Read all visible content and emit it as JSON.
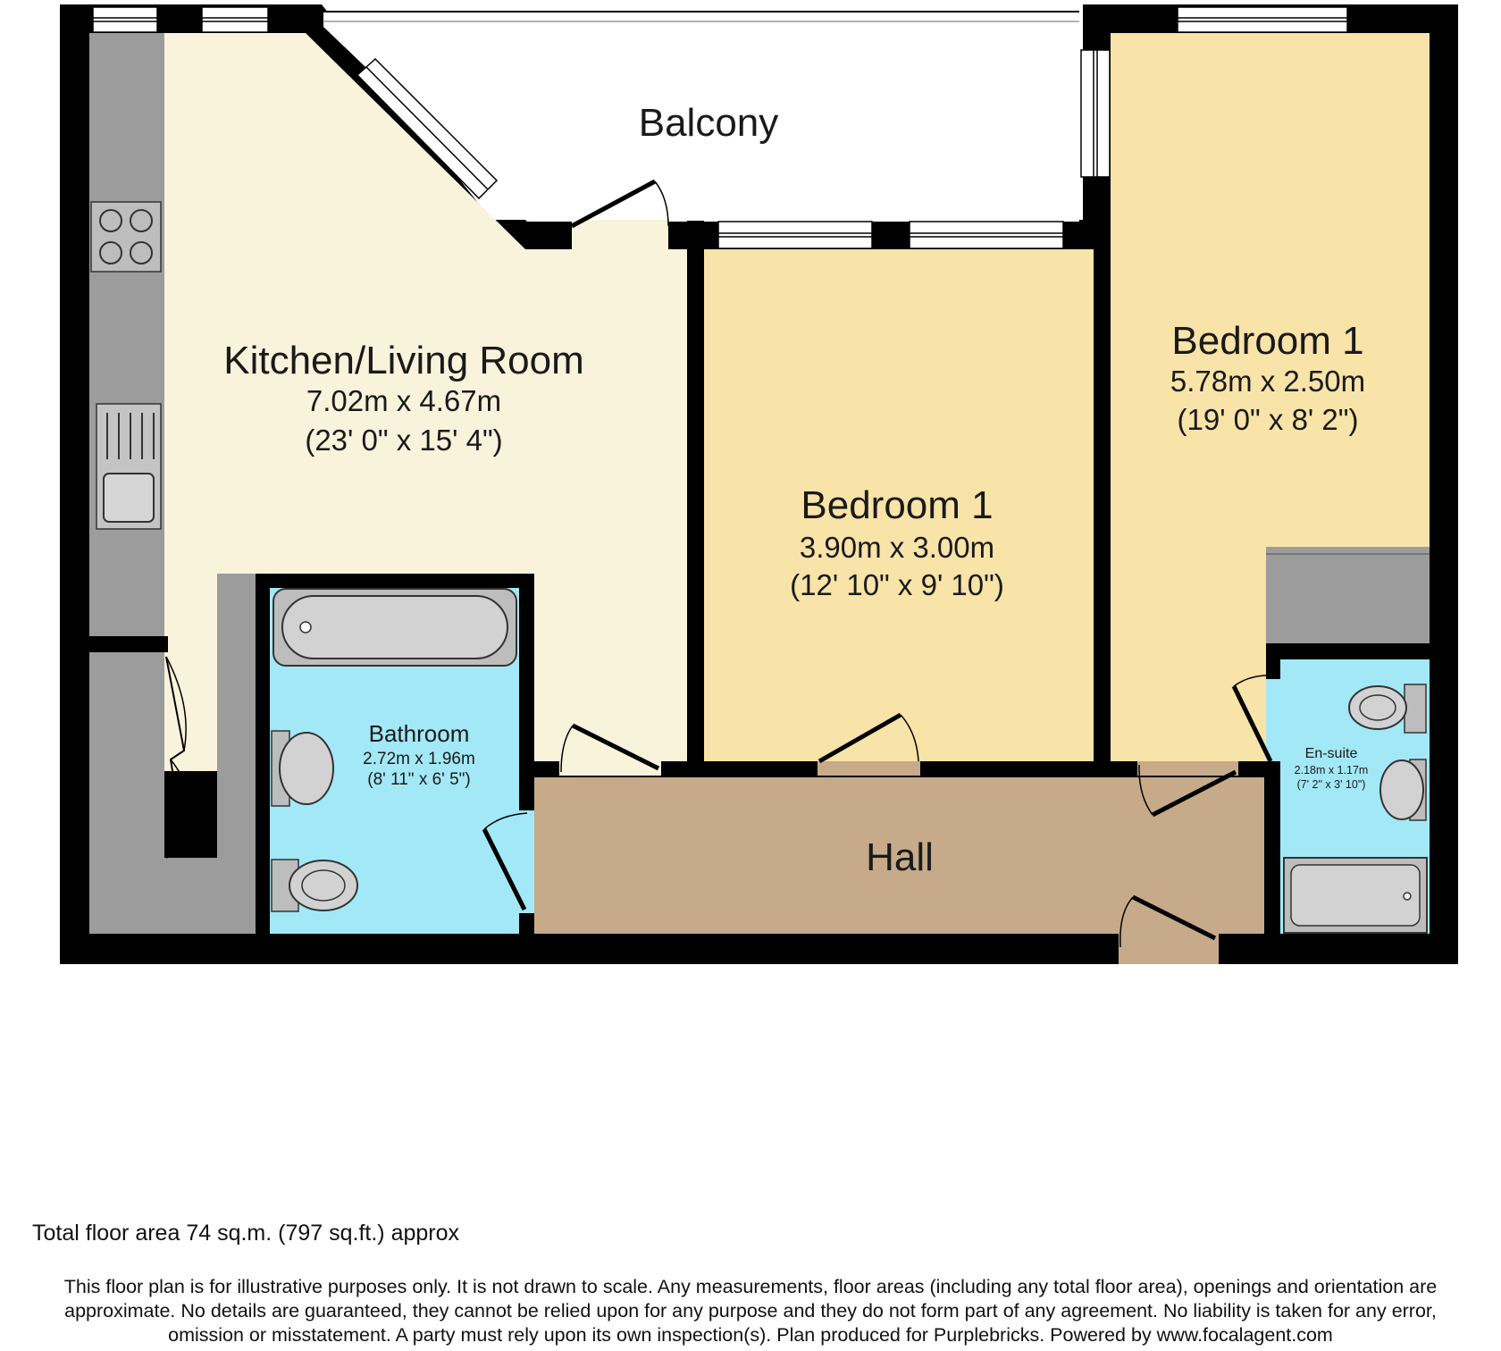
{
  "rooms": {
    "balcony": {
      "name": "Balcony"
    },
    "kitchen": {
      "name": "Kitchen/Living Room",
      "metric": "7.02m x 4.67m",
      "imperial": "(23' 0\" x 15' 4\")"
    },
    "bedroom_middle": {
      "name": "Bedroom 1",
      "metric": "3.90m x 3.00m",
      "imperial": "(12' 10\" x 9' 10\")"
    },
    "bedroom_right": {
      "name": "Bedroom 1",
      "metric": "5.78m x 2.50m",
      "imperial": "(19' 0\" x 8' 2\")"
    },
    "bathroom": {
      "name": "Bathroom",
      "metric": "2.72m x 1.96m",
      "imperial": "(8' 11\" x 6' 5\")"
    },
    "ensuite": {
      "name": "En-suite",
      "metric": "2.18m x 1.17m",
      "imperial": "(7' 2\" x 3' 10\")"
    },
    "hall": {
      "name": "Hall"
    }
  },
  "colors": {
    "wall": "#000000",
    "kitchen_floor": "#f9f3dc",
    "bedroom_floor": "#f8e3a8",
    "bath_floor": "#a3e8f6",
    "hall_floor": "#c6aa8a",
    "units": "#9c9c9c",
    "window_frame": "#bfbfbf"
  },
  "footer": {
    "total_area": "Total floor area 74 sq.m. (797 sq.ft.) approx",
    "disclaimer_lines": [
      "This floor plan is for illustrative purposes only. It is not drawn to scale. Any measurements, floor areas (including any total floor area), openings and orientation are",
      "approximate. No details are guaranteed, they cannot be relied upon for any purpose and they do not form part of any agreement. No liability is taken for any error,",
      "omission or misstatement. A party must rely upon its own inspection(s). Plan produced for Purplebricks. Powered by www.focalagent.com"
    ]
  }
}
